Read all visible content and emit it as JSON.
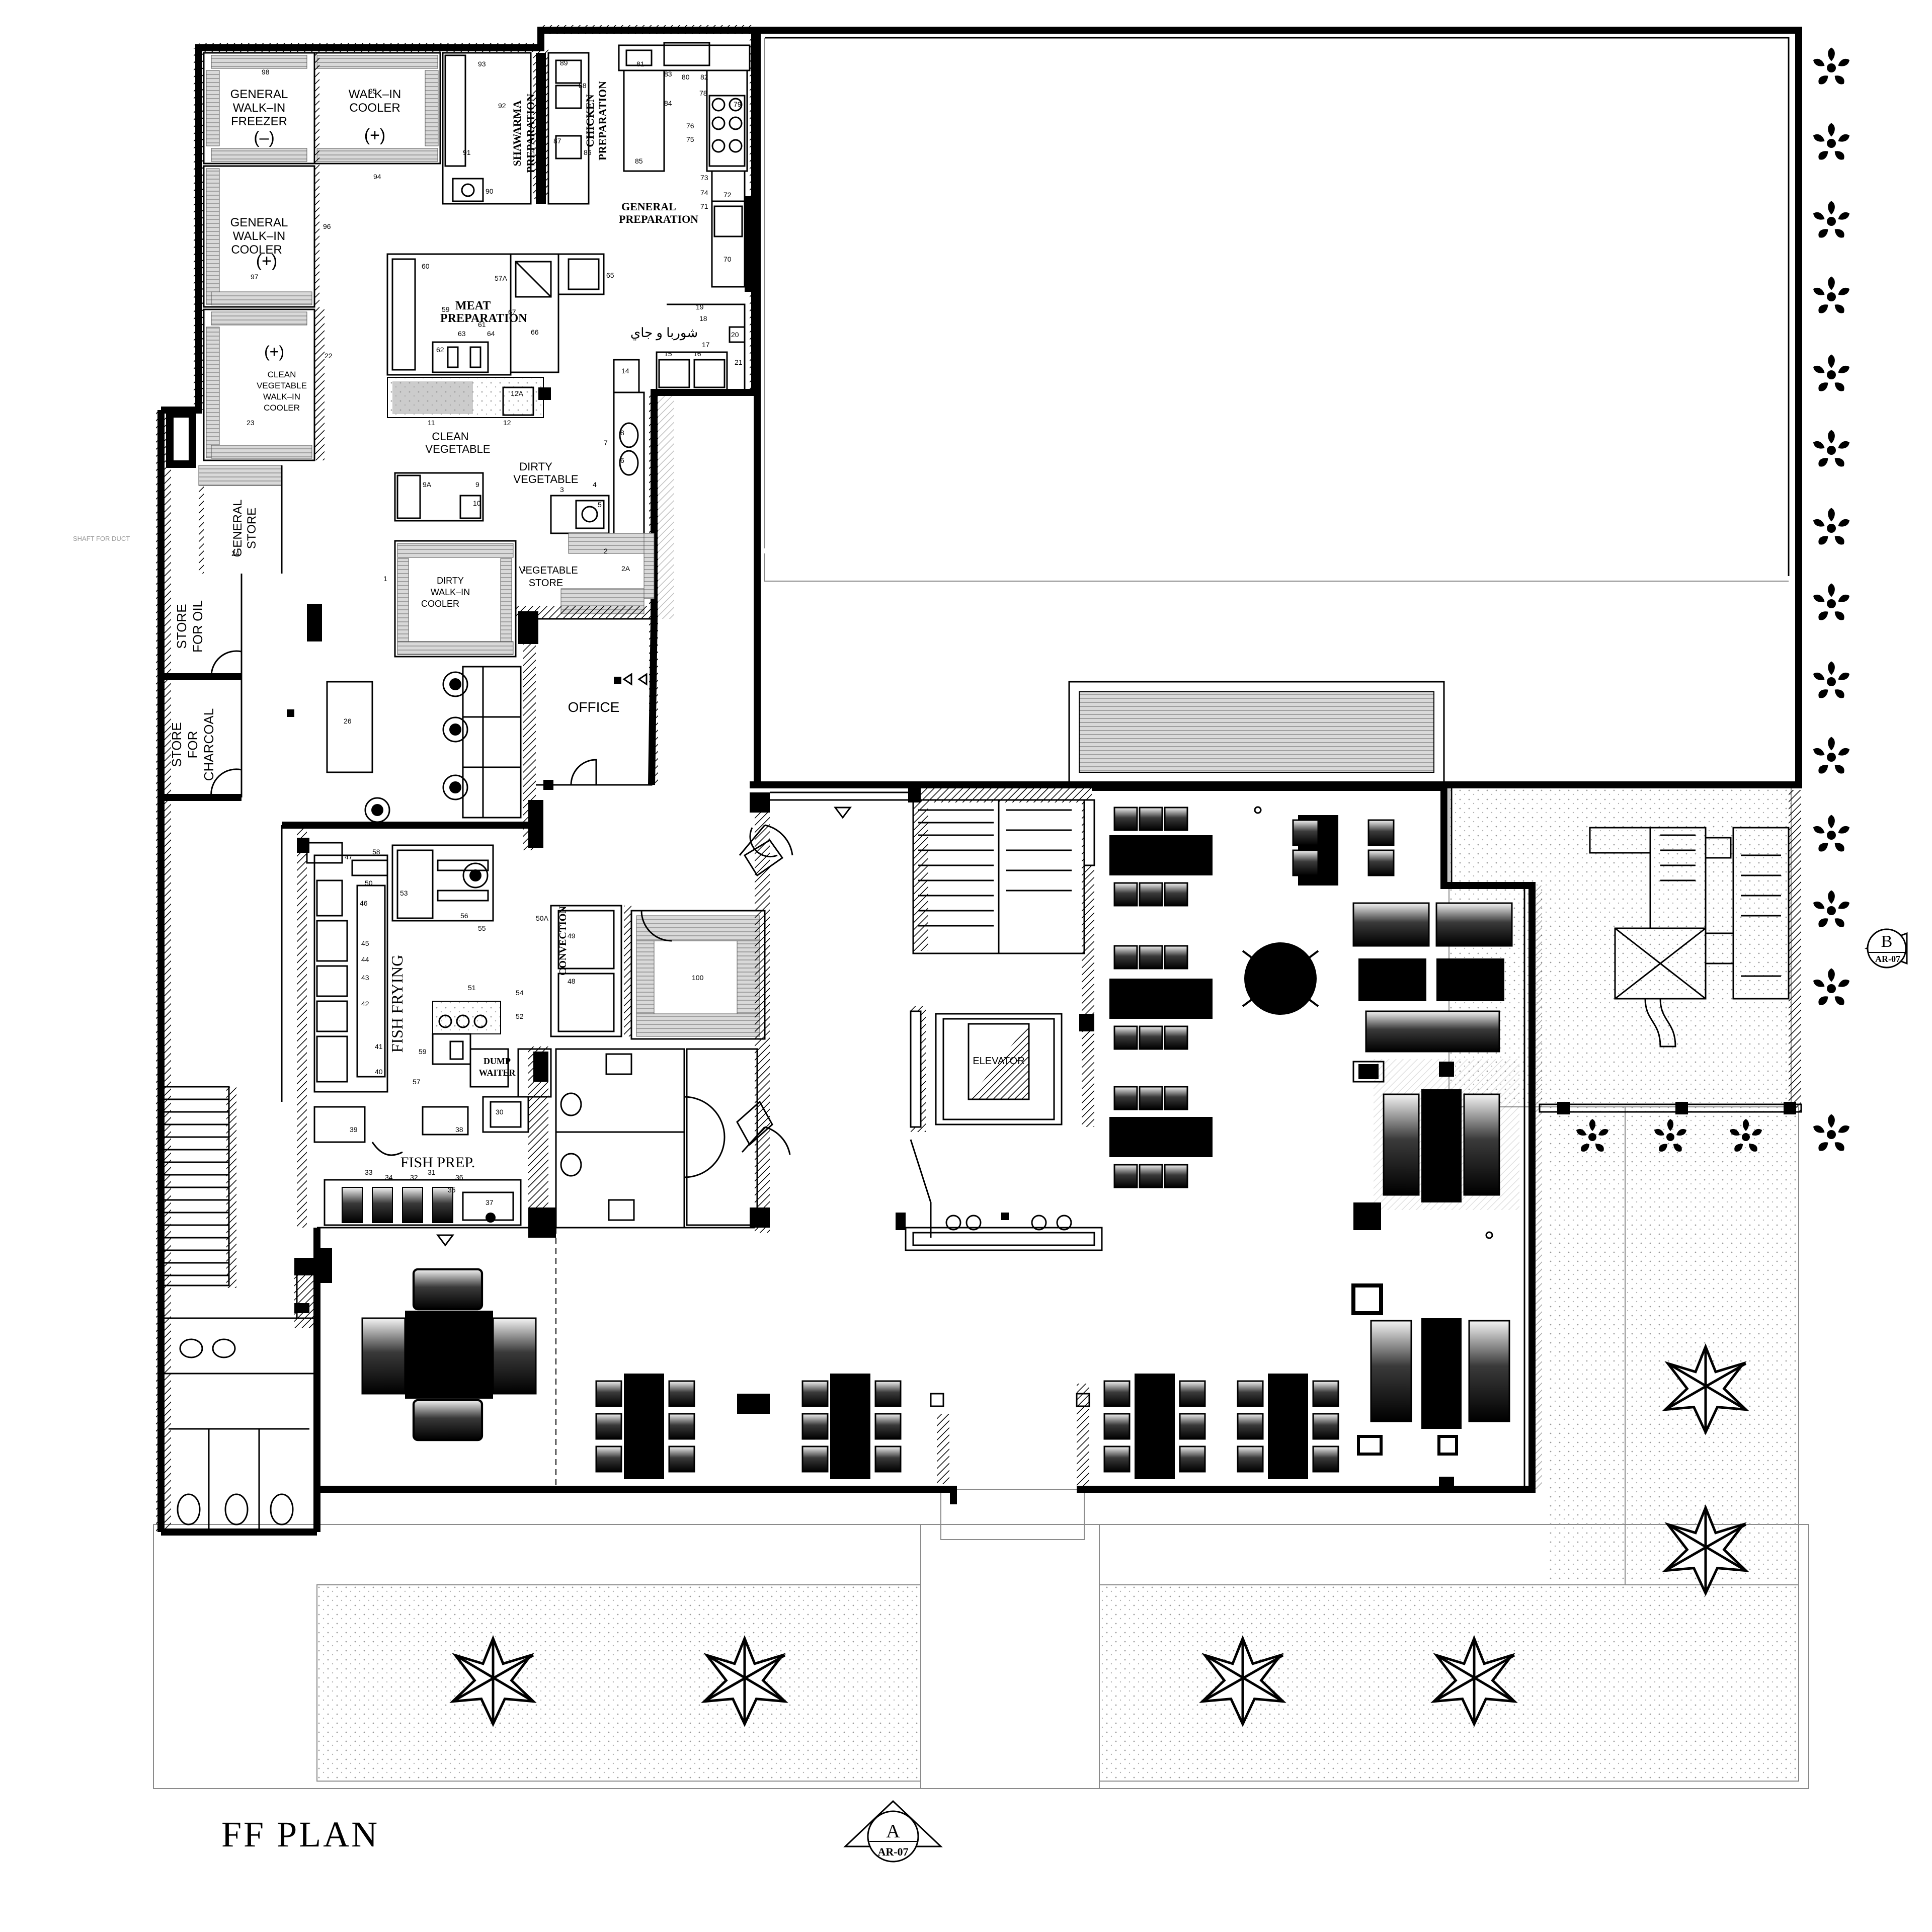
{
  "drawing": {
    "title": "FF  PLAN",
    "section_a": {
      "letter": "A",
      "sheet": "AR-07"
    },
    "section_b": {
      "letter": "B",
      "sheet": "AR-07"
    }
  },
  "rooms": {
    "general_freezer": [
      "GENERAL",
      "WALK–IN",
      "FREEZER",
      "(–)"
    ],
    "walkin_cooler": [
      "WALK–IN",
      "COOLER",
      "(+)"
    ],
    "general_cooler": [
      "GENERAL",
      "WALK–IN",
      "COOLER",
      "(+)"
    ],
    "clean_veg_cooler": [
      "(+)",
      "CLEAN",
      "VEGETABLE",
      "WALK–IN",
      "COOLER"
    ],
    "shawarma": [
      "SHAWARMA",
      "PREPARATION"
    ],
    "chicken": [
      "CHICKEN",
      "PREPARATION"
    ],
    "general_prep": [
      "GENERAL",
      "PREPARATION"
    ],
    "meat_prep": [
      "MEAT",
      "PREPARATION"
    ],
    "arabic_note": "شوربا و جاي",
    "clean_veg": [
      "CLEAN",
      "VEGETABLE"
    ],
    "dirty_veg": [
      "DIRTY",
      "VEGETABLE"
    ],
    "general_store": [
      "GENERAL",
      "STORE"
    ],
    "shaft": "SHAFT FOR DUCT",
    "dirty_cooler": [
      "DIRTY",
      "WALK–IN",
      "COOLER"
    ],
    "veg_store": [
      "VEGETABLE",
      "STORE"
    ],
    "store_oil": [
      "STORE",
      "FOR OIL"
    ],
    "store_charcoal": [
      "STORE",
      "FOR",
      "CHARCOAL"
    ],
    "office": "OFFICE",
    "fish_frying": "FISH  FRYING",
    "convection": "CONVECTION",
    "dump_waiter": [
      "DUMP",
      "WAITER"
    ],
    "fish_prep": "FISH  PREP.",
    "elevator": "ELEVATOR"
  },
  "equipment_numbers": [
    "98",
    "94",
    "95",
    "93",
    "92",
    "91",
    "90",
    "89",
    "88",
    "87",
    "86",
    "81",
    "83",
    "80",
    "82",
    "84",
    "85",
    "78",
    "79",
    "76",
    "75",
    "73",
    "74",
    "72",
    "71",
    "70",
    "96",
    "97",
    "60",
    "57A",
    "59",
    "61",
    "62",
    "63",
    "64",
    "65",
    "66",
    "67",
    "19",
    "18",
    "17",
    "15",
    "16",
    "20",
    "21",
    "14",
    "22",
    "12A",
    "11",
    "12",
    "23",
    "8",
    "7",
    "6",
    "5",
    "4",
    "3",
    "9A",
    "9",
    "10",
    "2A",
    "24",
    "1",
    "1",
    "2",
    "26",
    "47",
    "58",
    "50",
    "46",
    "53",
    "56",
    "55",
    "45",
    "44",
    "43",
    "42",
    "41",
    "40",
    "51",
    "54",
    "52",
    "59",
    "57",
    "49",
    "48",
    "50A",
    "100",
    "39",
    "38",
    "30",
    "33",
    "34",
    "32",
    "31",
    "36",
    "37",
    "35"
  ],
  "tables_left": {
    "seats": 16
  },
  "legend_icons": [
    "tree-icon",
    "shrub-icon",
    "sink-icon",
    "toilet-icon",
    "stove-icon",
    "door-swing-icon",
    "stair-icon"
  ]
}
